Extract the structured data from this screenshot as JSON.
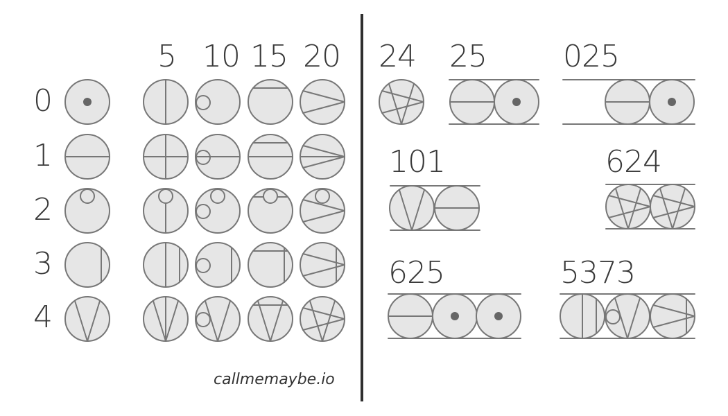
{
  "colors": {
    "fill": "#e6e6e6",
    "stroke": "#777777",
    "dot": "#666666",
    "text": "#3a3a3a",
    "divider": "#2f2f2f"
  },
  "column_labels": [
    "5",
    "10",
    "15",
    "20"
  ],
  "row_labels": [
    "0",
    "1",
    "2",
    "3",
    "4"
  ],
  "credit": "callmemaybe.io",
  "examples": [
    {
      "number": "24"
    },
    {
      "number": "25"
    },
    {
      "number": "025"
    },
    {
      "number": "101"
    },
    {
      "number": "624"
    },
    {
      "number": "625"
    },
    {
      "number": "5373"
    }
  ]
}
